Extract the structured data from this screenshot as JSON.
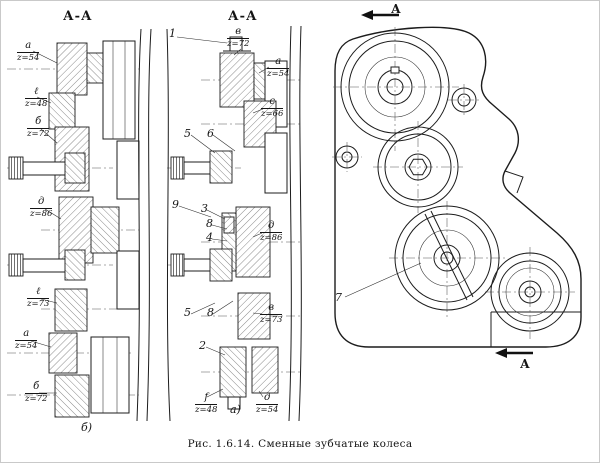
{
  "caption": "Рис. 1.6.14. Сменные зубчатые колеса",
  "views": {
    "left": {
      "section_label": "А-А",
      "sub_label": "б)",
      "gear_labels": [
        {
          "letter": "а",
          "z": "z=54"
        },
        {
          "letter": "ℓ",
          "z": "z=48"
        },
        {
          "letter": "б",
          "z": "z=72"
        },
        {
          "letter": "д",
          "z": "z=86"
        },
        {
          "letter": "ℓ",
          "z": "z=73"
        },
        {
          "letter": "а",
          "z": "z=54"
        },
        {
          "letter": "б",
          "z": "z=72"
        }
      ]
    },
    "middle": {
      "section_label": "А-А",
      "sub_label": "а)",
      "gear_labels": [
        {
          "letter": "в",
          "z": "z=72"
        },
        {
          "letter": "а",
          "z": "z=54"
        },
        {
          "letter": "с",
          "z": "z=66"
        },
        {
          "letter": "д",
          "z": "z=86"
        },
        {
          "letter": "в",
          "z": "z=73"
        },
        {
          "letter": "f",
          "z": "z=48"
        },
        {
          "letter": "д",
          "z": "z=54"
        }
      ],
      "part_numbers": [
        "1",
        "5",
        "6",
        "9",
        "3",
        "8",
        "4",
        "5",
        "8",
        "2"
      ]
    },
    "right": {
      "part_number": "7",
      "section_marker_top": "А",
      "section_marker_bottom": "А"
    }
  }
}
